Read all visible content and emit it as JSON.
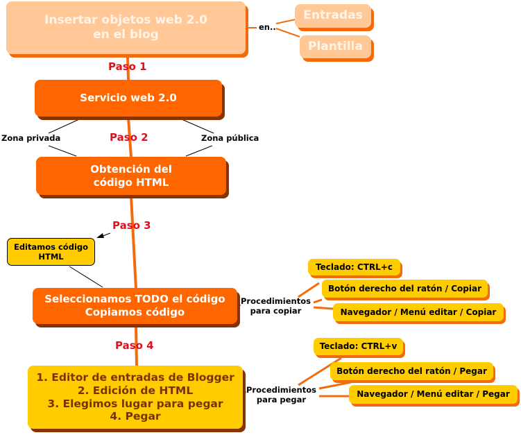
{
  "colors": {
    "light_node": "#ffc896",
    "orange_node": "#ff6600",
    "yellow_node": "#ffcc00",
    "connector": "#f26c0d",
    "step_label": "#e0101c"
  },
  "root": {
    "text": "Insertar objetos web 2.0\nen el blog"
  },
  "root_connector_label": "en..",
  "targets": [
    {
      "text": "Entradas"
    },
    {
      "text": "Plantilla"
    }
  ],
  "steps": [
    "Paso 1",
    "Paso 2",
    "Paso 3",
    "Paso 4"
  ],
  "service": {
    "text": "Servicio web 2.0"
  },
  "zones": {
    "private": "Zona privada",
    "public": "Zona pública"
  },
  "obtain": {
    "text": "Obtención del\ncódigo  HTML"
  },
  "edit_note": {
    "text": "Editamos código\nHTML"
  },
  "select": {
    "text": "Seleccionamos TODO el código\nCopiamos código"
  },
  "copy": {
    "label": "Procedimientos\npara copiar",
    "options": [
      "Teclado: CTRL+c",
      "Botón derecho del ratón / Copiar",
      "Navegador / Menú editar / Copiar"
    ]
  },
  "final": {
    "text": "1. Editor de entradas de Blogger\n2. Edición de HTML\n3. Elegimos lugar para pegar\n4. Pegar"
  },
  "paste": {
    "label": "Procedimientos\npara pegar",
    "options": [
      "Teclado: CTRL+v",
      "Botón derecho del ratón / Pegar",
      "Navegador / Menú editar / Pegar"
    ]
  }
}
